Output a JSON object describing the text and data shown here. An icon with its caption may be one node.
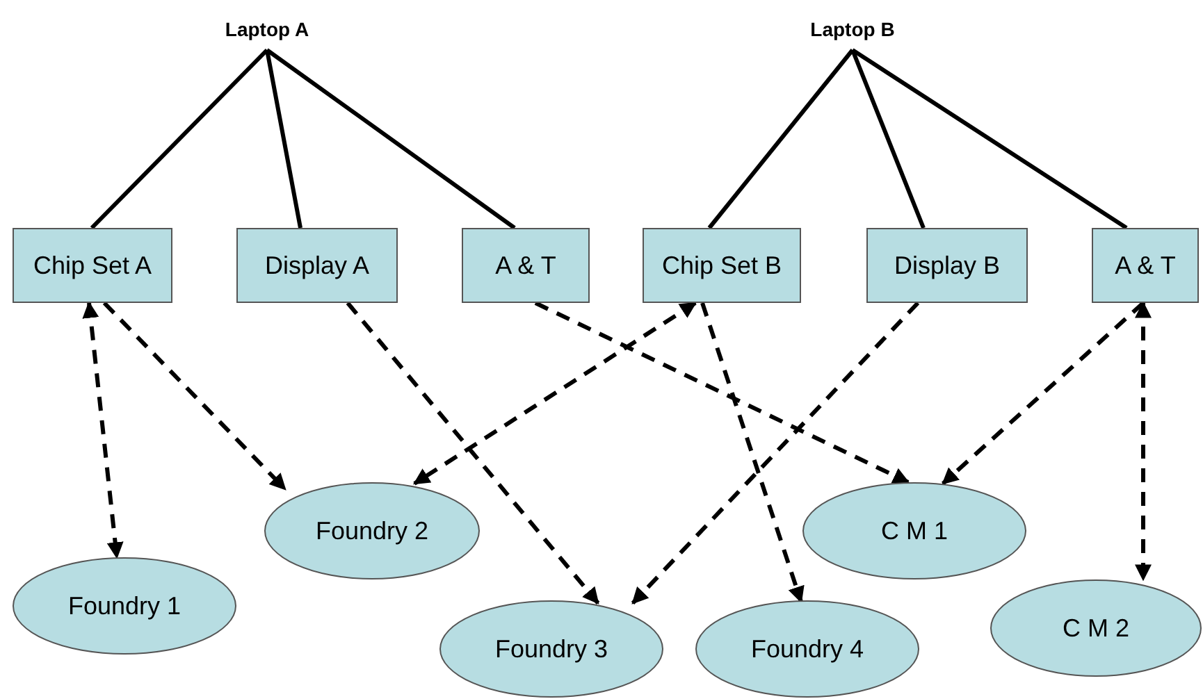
{
  "diagram": {
    "nodes": [
      {
        "text": [
          "Laptop A"
        ]
      },
      {
        "text": [
          "Laptop B"
        ]
      },
      {
        "text": [
          "Chip Set A"
        ]
      },
      {
        "text": [
          "Display A"
        ]
      },
      {
        "text": [
          "A & T"
        ]
      },
      {
        "text": [
          "Chip Set B"
        ]
      },
      {
        "text": [
          "Display B"
        ]
      },
      {
        "text": [
          "A & T"
        ]
      },
      {
        "text": [
          "Foundry 2"
        ]
      },
      {
        "text": [
          "C M 1"
        ]
      },
      {
        "text": [
          "Foundry 1"
        ]
      },
      {
        "text": [
          "Foundry 3"
        ]
      },
      {
        "text": [
          "Foundry 4"
        ]
      },
      {
        "text": [
          "C M 2"
        ]
      }
    ],
    "edges": [
      {
        "from": 0,
        "to": 2,
        "arrow": "none"
      },
      {
        "from": 0,
        "to": 3,
        "arrow": "none"
      },
      {
        "from": 0,
        "to": 4,
        "arrow": "none"
      },
      {
        "from": 1,
        "to": 5,
        "arrow": "none"
      },
      {
        "from": 1,
        "to": 6,
        "arrow": "none"
      },
      {
        "from": 1,
        "to": 7,
        "arrow": "none"
      },
      {
        "from": 2,
        "to": 10,
        "arrow": "both",
        "style": "dashed"
      },
      {
        "from": 2,
        "to": 8,
        "arrow": "to",
        "style": "dashed"
      },
      {
        "from": 3,
        "to": 11,
        "arrow": "to",
        "style": "dashed"
      },
      {
        "from": 4,
        "to": 9,
        "arrow": "to",
        "style": "dashed"
      },
      {
        "from": 5,
        "to": 8,
        "arrow": "both",
        "style": "dashed"
      },
      {
        "from": 5,
        "to": 12,
        "arrow": "to",
        "style": "dashed"
      },
      {
        "from": 6,
        "to": 11,
        "arrow": "to",
        "style": "dashed"
      },
      {
        "from": 7,
        "to": 9,
        "arrow": "to",
        "style": "dashed"
      },
      {
        "from": 7,
        "to": 13,
        "arrow": "both",
        "style": "dashed"
      }
    ]
  }
}
